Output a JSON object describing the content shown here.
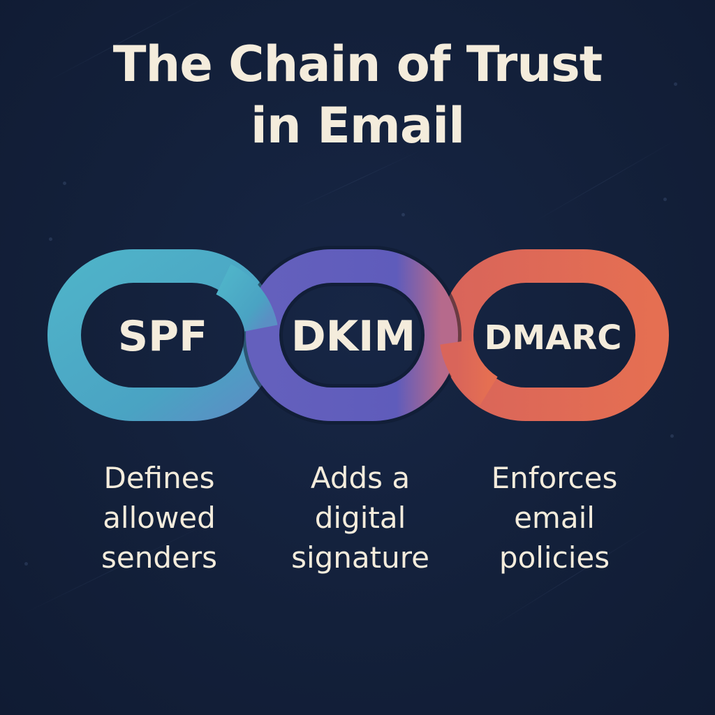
{
  "title": {
    "line1": "The Chain of Trust",
    "line2": "in Email"
  },
  "links": [
    {
      "label": "SPF",
      "description": [
        "Defines",
        "allowed",
        "senders"
      ],
      "color": "#4aa9c4"
    },
    {
      "label": "DKIM",
      "description": [
        "Adds a",
        "digital",
        "signature"
      ],
      "color": "#5e5cb8"
    },
    {
      "label": "DMARC",
      "description": [
        "Enforces",
        "email",
        "policies"
      ],
      "color": "#e06a54"
    }
  ],
  "colors": {
    "background": "#13203a",
    "text": "#f4ecdc"
  },
  "icons": [
    "chain-link-icon"
  ]
}
